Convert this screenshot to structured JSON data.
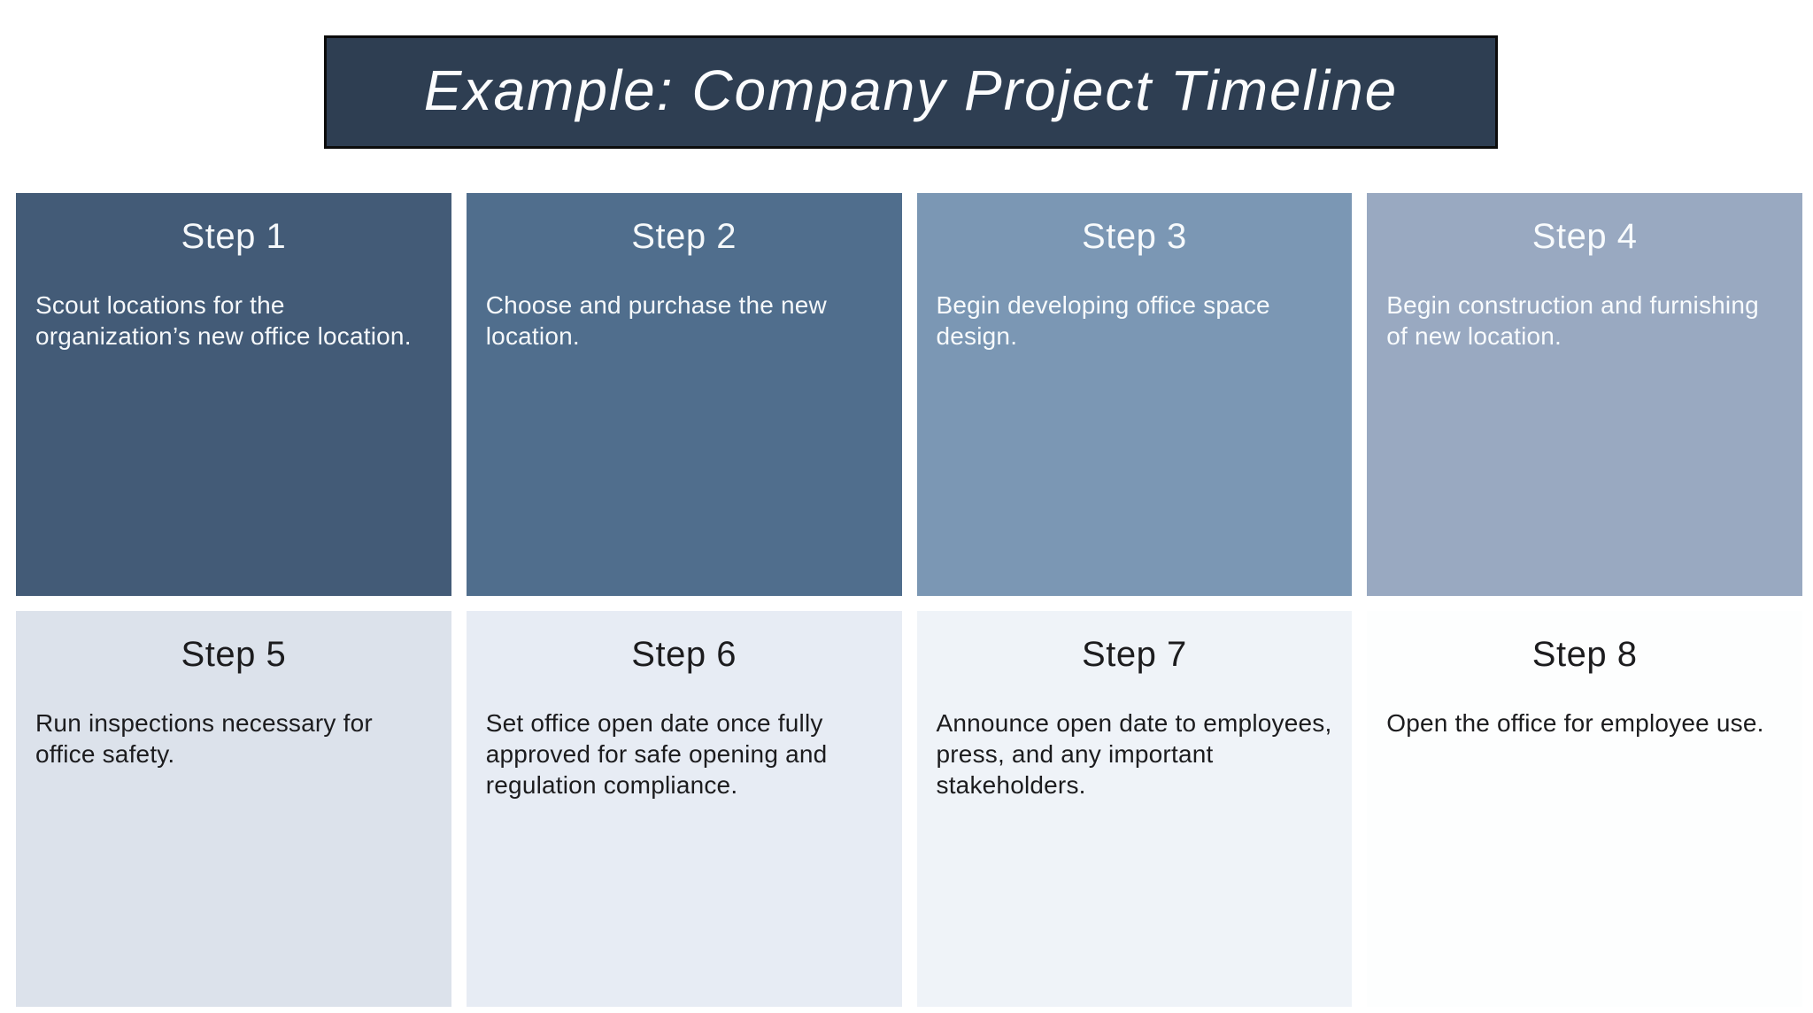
{
  "title": {
    "text": "Example: Company Project Timeline",
    "bg_color": "#2e3e52",
    "border_color": "#0c0c0c",
    "text_color": "#fbfcfd"
  },
  "steps": [
    {
      "label": "Step 1",
      "description": "Scout locations for the organization’s new office location.",
      "bg_color": "#435b77",
      "text_color": "#f5f8fa"
    },
    {
      "label": "Step 2",
      "description": "Choose and purchase the new location.",
      "bg_color": "#506e8d",
      "text_color": "#f5f8fa"
    },
    {
      "label": "Step 3",
      "description": "Begin developing office space design.",
      "bg_color": "#7b97b4",
      "text_color": "#f7fafc"
    },
    {
      "label": "Step 4",
      "description": "Begin construction and furnishing of new location.",
      "bg_color": "#99a9c1",
      "text_color": "#f8fbfd"
    },
    {
      "label": "Step 5",
      "description": "Run inspections necessary for office safety.",
      "bg_color": "#dce2eb",
      "text_color": "#1c1c1e"
    },
    {
      "label": "Step 6",
      "description": "Set office open date once fully approved for safe opening and regulation compliance.",
      "bg_color": "#e7ecf4",
      "text_color": "#1c1c1e"
    },
    {
      "label": "Step 7",
      "description": "Announce open date to employees, press, and any important stakeholders.",
      "bg_color": "#eff3f8",
      "text_color": "#1c1c1e"
    },
    {
      "label": "Step 8",
      "description": "Open the office for employee use.",
      "bg_color": "#fdfefe",
      "text_color": "#1c1c1e"
    }
  ]
}
